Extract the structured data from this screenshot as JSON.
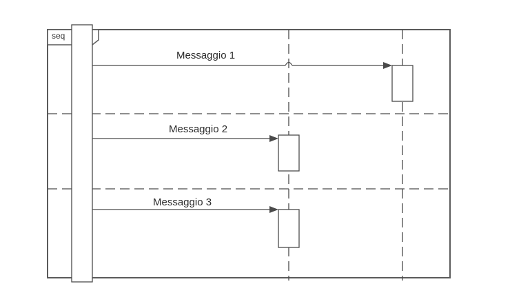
{
  "frame": {
    "tag": "seq"
  },
  "messages": [
    {
      "label": "Messaggio 1"
    },
    {
      "label": "Messaggio 2"
    },
    {
      "label": "Messaggio 3"
    }
  ],
  "colors": {
    "line": "#4a4a4a",
    "frame": "#5a5a5a",
    "background": "#ffffff"
  }
}
